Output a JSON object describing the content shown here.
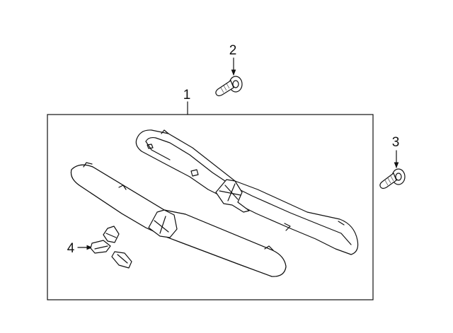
{
  "callouts": [
    {
      "id": "1",
      "label": "1"
    },
    {
      "id": "2",
      "label": "2"
    },
    {
      "id": "3",
      "label": "3"
    },
    {
      "id": "4",
      "label": "4"
    }
  ],
  "colors": {
    "line": "#111111",
    "background": "#ffffff"
  },
  "icons": [
    "screw-icon",
    "emblem-icon",
    "arrow-icon"
  ]
}
